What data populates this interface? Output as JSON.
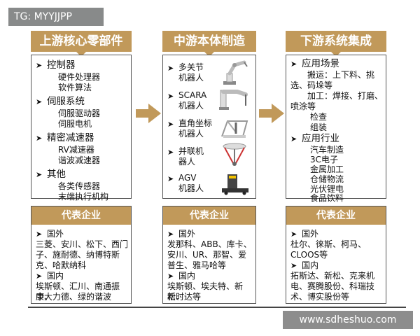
{
  "watermark_top": "TG: MYYJJPP",
  "watermark_bottom": "www.sdheshuo.com",
  "upstream": {
    "title": "上游核心零部件",
    "groups": [
      {
        "name": "控制器",
        "items": [
          "硬件处理器",
          "软件算法"
        ]
      },
      {
        "name": "伺服系统",
        "items": [
          "伺服驱动器",
          "伺服电机"
        ]
      },
      {
        "name": "精密减速器",
        "items": [
          "RV减速器",
          "谐波减速器"
        ]
      },
      {
        "name": "其他",
        "items": [
          "各类传感器",
          "末端执行机构"
        ]
      }
    ],
    "rep_title": "代表企业",
    "rep_foreign_label": "国外",
    "rep_foreign": [
      "三菱、安川、松下、西门",
      "子、施耐德、纳博特斯",
      "克、哈默纳科"
    ],
    "rep_domestic_label": "国内",
    "rep_domestic": [
      "埃斯顿、汇川、南通振康、",
      "中大力德、绿的谐波"
    ]
  },
  "midstream": {
    "title": "中游本体制造",
    "robots": [
      [
        "多关节",
        "机器人"
      ],
      [
        "SCARA",
        "机器人"
      ],
      [
        "直角坐标",
        "机器人"
      ],
      [
        "并联机",
        "器人"
      ],
      [
        "AGV",
        "机器人"
      ]
    ],
    "rep_title": "代表企业",
    "rep_foreign_label": "国外",
    "rep_foreign": [
      "发那科、ABB、库卡、",
      "安川、UR、那智、爱",
      "普生、雅马哈等"
    ],
    "rep_domestic_label": "国内",
    "rep_domestic": [
      "埃斯顿、埃夫特、新松、",
      "新时达等"
    ]
  },
  "downstream": {
    "title": "下游系统集成",
    "scenario_label": "应用场景",
    "scenarios": [
      "搬运：上下料、挑",
      "选、码垛等",
      "加工：焊接、打磨、",
      "喷涂等",
      "检查",
      "组装"
    ],
    "industry_label": "应用行业",
    "industries": [
      "汽车制造",
      "3C电子",
      "金属加工",
      "仓储物流",
      "光伏锂电",
      "食品饮料"
    ],
    "rep_title": "代表企业",
    "rep_foreign_label": "国外",
    "rep_foreign": [
      "杜尔、徕斯、柯马、",
      "CLOOS等"
    ],
    "rep_domestic_label": "国内",
    "rep_domestic": [
      "拓斯达、新松、克来机",
      "电、赛腾股份、科瑞技",
      "术、博实股份等"
    ]
  },
  "colors": {
    "accent": "#c1995a",
    "border": "#555555",
    "watermark": "#8d8d8d"
  },
  "icons": {
    "bullet": "arrow-bullet-icon",
    "flow": "right-arrow-icon"
  }
}
